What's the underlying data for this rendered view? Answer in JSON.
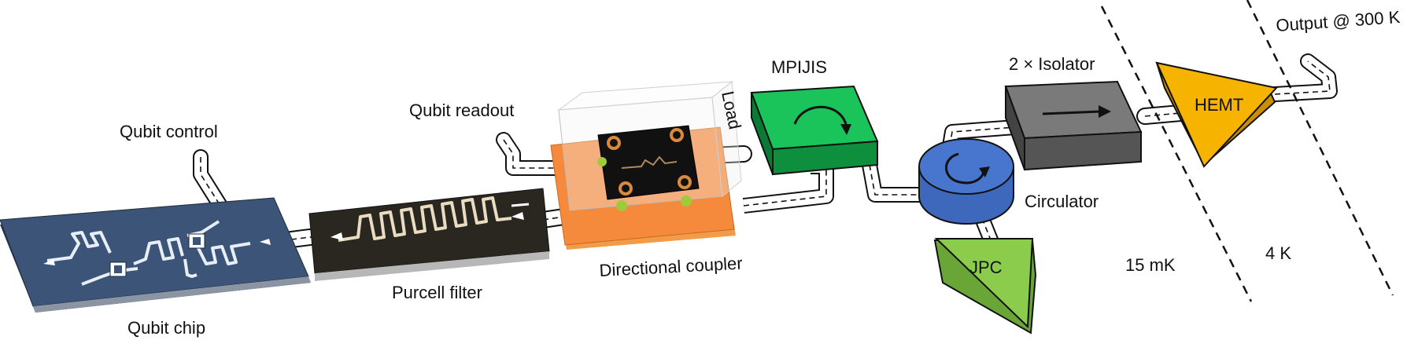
{
  "labels": {
    "qubit_chip": "Qubit chip",
    "qubit_control": "Qubit control",
    "purcell_filter": "Purcell filter",
    "qubit_readout": "Qubit readout",
    "directional_coupler": "Directional coupler",
    "load": "Load",
    "mpijis": "MPIJIS",
    "circulator": "Circulator",
    "jpc": "JPC",
    "isolator": "2 × Isolator",
    "hemt": "HEMT",
    "output": "Output @ 300 K",
    "temp_15mk": "15 mK",
    "temp_4k": "4 K"
  },
  "colors": {
    "qubit_chip": "#3b5477",
    "purcell_filter": "#2a2620",
    "coupler_board": "#f58a3c",
    "mpijis": "#11a84a",
    "circulator": "#4876cf",
    "jpc": "#8ccc4d",
    "isolator": "#6a6a6a",
    "hemt": "#f6b400"
  }
}
